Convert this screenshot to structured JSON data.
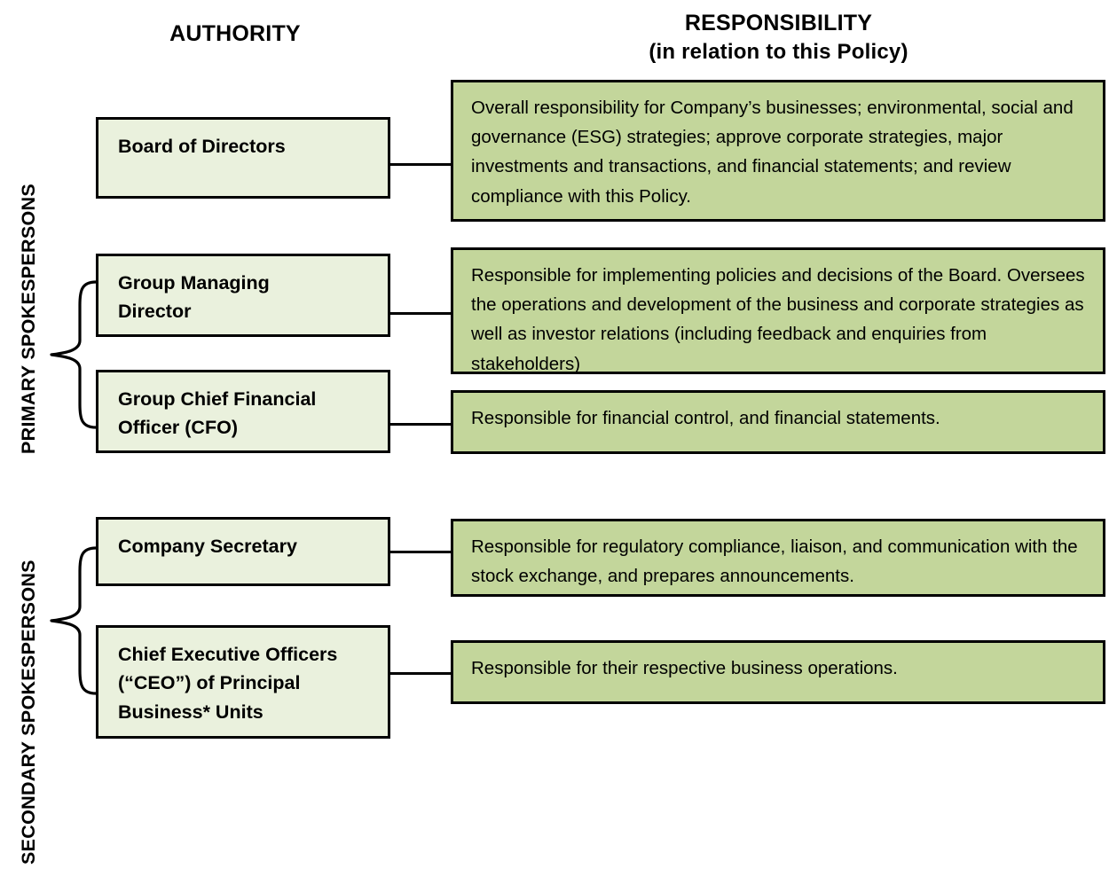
{
  "headers": {
    "authority": "AUTHORITY",
    "responsibility_title": "RESPONSIBILITY",
    "responsibility_subtitle": "(in relation to this Policy)"
  },
  "groups": [
    {
      "id": "primary",
      "label": "PRIMARY SPOKESPERSONS"
    },
    {
      "id": "secondary",
      "label": "SECONDARY SPOKESPERSONS"
    }
  ],
  "rows": [
    {
      "id": "board-of-directors",
      "group": "primary",
      "authority": "Board of Directors",
      "responsibility": "Overall responsibility for Company’s businesses; environmental, social and governance (ESG) strategies; approve corporate strategies, major investments and transactions, and financial statements; and review compliance with this Policy."
    },
    {
      "id": "group-managing-director",
      "group": "primary",
      "authority": "Group Managing\nDirector",
      "responsibility": "Responsible for implementing policies and decisions of the Board. Oversees the operations and development of the business and corporate strategies as well as investor relations (including feedback and enquiries from stakeholders)"
    },
    {
      "id": "group-cfo",
      "group": "primary",
      "authority": "Group Chief Financial\nOfficer (CFO)",
      "responsibility": "Responsible for financial control, and financial statements."
    },
    {
      "id": "company-secretary",
      "group": "secondary",
      "authority": "Company Secretary",
      "responsibility": "Responsible for regulatory compliance, liaison, and communication with the stock exchange, and prepares announcements."
    },
    {
      "id": "ceo-principal-business",
      "group": "secondary",
      "authority": "Chief Executive Officers\n(“CEO”) of Principal\nBusiness* Units",
      "responsibility": "Responsible for their respective business operations."
    }
  ],
  "colors": {
    "authority_box_fill": "#eaf1dd",
    "responsibility_box_fill": "#c3d69b",
    "border": "#000000",
    "text": "#000000",
    "background": "#ffffff"
  }
}
